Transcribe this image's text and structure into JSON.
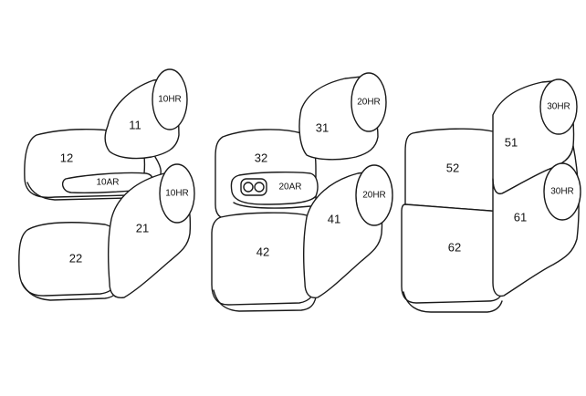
{
  "colors": {
    "line": "#1a1a1a",
    "fill": "#ffffff",
    "text": "#111111"
  },
  "seat_sets": [
    {
      "name": "first-row",
      "parts": [
        {
          "id": "11",
          "label": "11"
        },
        {
          "id": "10HR",
          "label": "10HR"
        },
        {
          "id": "12",
          "label": "12"
        },
        {
          "id": "10AR",
          "label": "10AR"
        },
        {
          "id": "21",
          "label": "21"
        },
        {
          "id": "10HR-b",
          "label": "10HR"
        },
        {
          "id": "22",
          "label": "22"
        }
      ]
    },
    {
      "name": "second-row",
      "parts": [
        {
          "id": "31",
          "label": "31"
        },
        {
          "id": "20HR",
          "label": "20HR"
        },
        {
          "id": "32",
          "label": "32"
        },
        {
          "id": "20AR",
          "label": "20AR"
        },
        {
          "id": "41",
          "label": "41"
        },
        {
          "id": "20HR-b",
          "label": "20HR"
        },
        {
          "id": "42",
          "label": "42"
        }
      ]
    },
    {
      "name": "third-row",
      "parts": [
        {
          "id": "51",
          "label": "51"
        },
        {
          "id": "30HR",
          "label": "30HR"
        },
        {
          "id": "52",
          "label": "52"
        },
        {
          "id": "61",
          "label": "61"
        },
        {
          "id": "30HR-b",
          "label": "30HR"
        },
        {
          "id": "62",
          "label": "62"
        }
      ]
    }
  ]
}
